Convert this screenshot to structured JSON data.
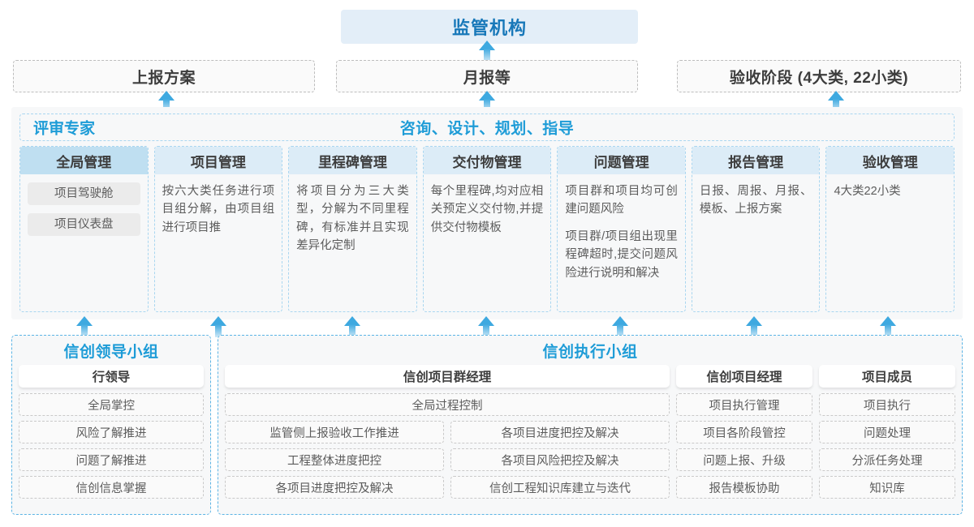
{
  "top": {
    "regulator": "监管机构",
    "reports": [
      "上报方案",
      "月报等",
      "验收阶段 (4大类, 22小类)"
    ]
  },
  "middle": {
    "left_label": "评审专家",
    "center_label": "咨询、设计、规划、指导",
    "columns": [
      {
        "header": "全局管理",
        "pills": [
          "项目驾驶舱",
          "项目仪表盘"
        ],
        "paragraphs": []
      },
      {
        "header": "项目管理",
        "pills": [],
        "paragraphs": [
          "按六大类任务进行项目组分解，由项目组进行项目推"
        ]
      },
      {
        "header": "里程碑管理",
        "pills": [],
        "paragraphs": [
          "将项目分为三大类型，分解为不同里程碑，有标准并且实现差异化定制"
        ]
      },
      {
        "header": "交付物管理",
        "pills": [],
        "paragraphs": [
          "每个里程碑,均对应相关预定义交付物,并提供交付物模板"
        ]
      },
      {
        "header": "问题管理",
        "pills": [],
        "paragraphs": [
          "项目群和项目均可创建问题风险",
          "项目群/项目组出现里程碑超时,提交问题风险进行说明和解决"
        ]
      },
      {
        "header": "报告管理",
        "pills": [],
        "paragraphs": [
          "日报、周报、月报、模板、上报方案"
        ]
      },
      {
        "header": "验收管理",
        "pills": [],
        "paragraphs": [
          "4大类22小类"
        ]
      }
    ]
  },
  "bottom": {
    "leader_group": {
      "title": "信创领导小组",
      "role": "行领导",
      "tasks": [
        "全局掌控",
        "风险了解推进",
        "问题了解推进",
        "信创信息掌握"
      ]
    },
    "exec_group": {
      "title": "信创执行小组",
      "program_manager": {
        "role": "信创项目群经理",
        "full_task": "全局过程控制",
        "left_tasks": [
          "监管侧上报验收工作推进",
          "工程整体进度把控",
          "各项目进度把控及解决"
        ],
        "right_tasks": [
          "各项目进度把控及解决",
          "各项目风险把控及解决",
          "信创工程知识库建立与迭代"
        ]
      },
      "project_manager": {
        "role": "信创项目经理",
        "tasks": [
          "项目执行管理",
          "项目各阶段管控",
          "问题上报、升级",
          "报告模板协助"
        ]
      },
      "member": {
        "role": "项目成员",
        "tasks": [
          "项目执行",
          "问题处理",
          "分派任务处理",
          "知识库"
        ]
      }
    }
  },
  "colors": {
    "accent": "#1e9cd7",
    "header_fill": "#dcecf7",
    "header_fill_active": "#bfdff1",
    "regulator_fill": "#e3eef8",
    "panel_bg": "#f7f8f9"
  }
}
